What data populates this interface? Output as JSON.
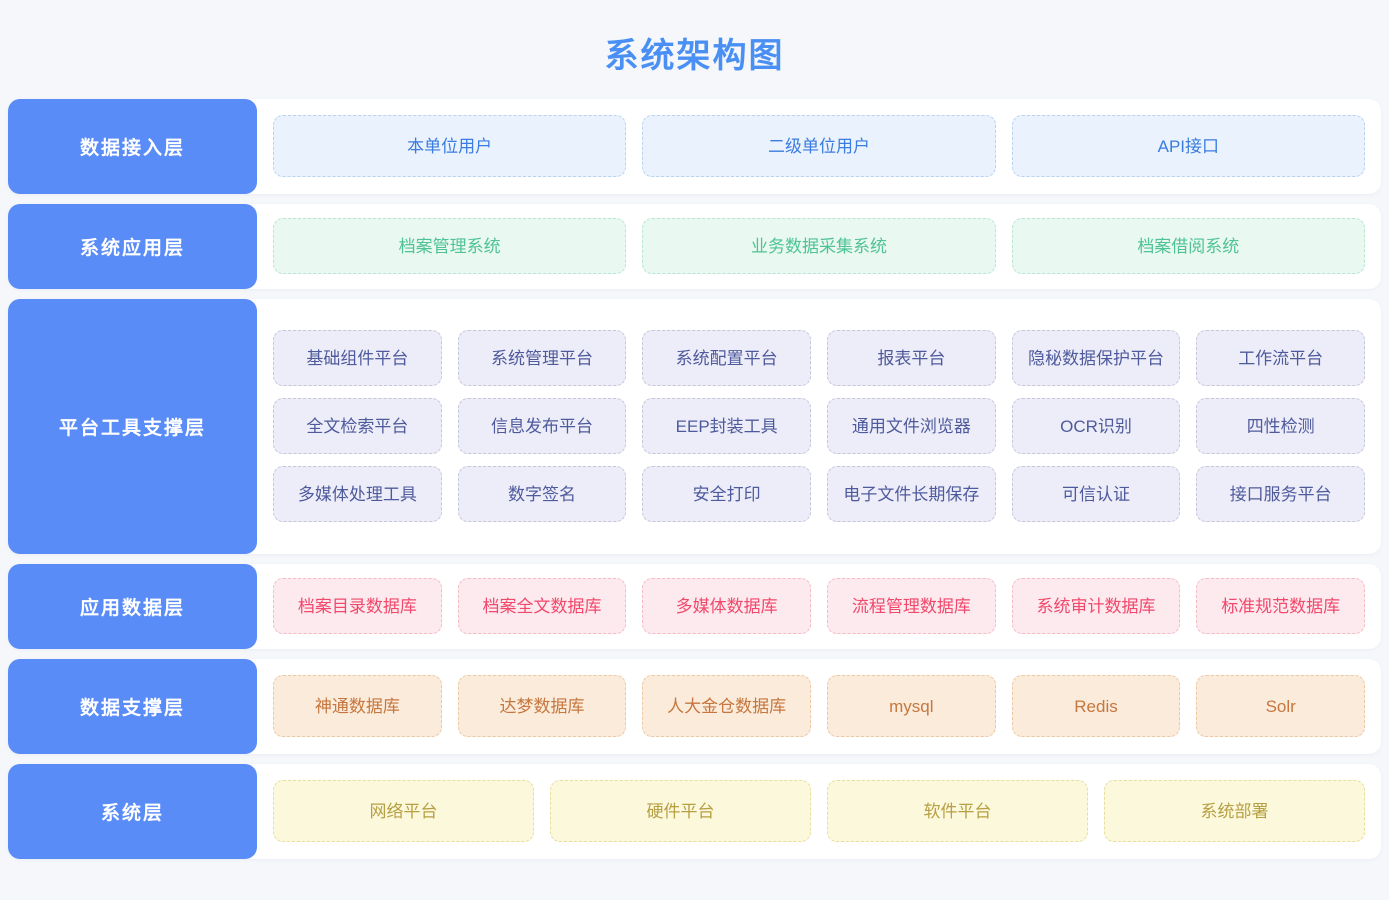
{
  "title": "系统架构图",
  "colors": {
    "page_background": "#f5f7fb",
    "title": "#4a90f4",
    "layer_label_bg": "#5a8cf8",
    "layer_label_text": "#ffffff",
    "row_background": "#ffffff",
    "access_fill": "#eaf2fd",
    "access_text": "#3a7ce0",
    "app_fill": "#e9f8f1",
    "app_text": "#4fc396",
    "platform_fill": "#ecedf8",
    "platform_text": "#4f5a9c",
    "data_fill": "#fdeaee",
    "data_text": "#f2486c",
    "support_fill": "#fbebda",
    "support_text": "#c5773f",
    "system_fill": "#fbf8db",
    "system_text": "#b79f43"
  },
  "layers": [
    {
      "id": "access",
      "label": "数据接入层",
      "rows": [
        [
          "本单位用户",
          "二级单位用户",
          "API接口"
        ]
      ]
    },
    {
      "id": "app",
      "label": "系统应用层",
      "rows": [
        [
          "档案管理系统",
          "业务数据采集系统",
          "档案借阅系统"
        ]
      ]
    },
    {
      "id": "platform",
      "label": "平台工具支撑层",
      "rows": [
        [
          "基础组件平台",
          "系统管理平台",
          "系统配置平台",
          "报表平台",
          "隐秘数据保护平台",
          "工作流平台"
        ],
        [
          "全文检索平台",
          "信息发布平台",
          "EEP封装工具",
          "通用文件浏览器",
          "OCR识别",
          "四性检测"
        ],
        [
          "多媒体处理工具",
          "数字签名",
          "安全打印",
          "电子文件长期保存",
          "可信认证",
          "接口服务平台"
        ]
      ]
    },
    {
      "id": "data",
      "label": "应用数据层",
      "rows": [
        [
          "档案目录数据库",
          "档案全文数据库",
          "多媒体数据库",
          "流程管理数据库",
          "系统审计数据库",
          "标准规范数据库"
        ]
      ]
    },
    {
      "id": "support",
      "label": "数据支撑层",
      "rows": [
        [
          "神通数据库",
          "达梦数据库",
          "人大金仓数据库",
          "mysql",
          "Redis",
          "Solr"
        ]
      ]
    },
    {
      "id": "system",
      "label": "系统层",
      "rows": [
        [
          "网络平台",
          "硬件平台",
          "软件平台",
          "系统部署"
        ]
      ]
    }
  ]
}
